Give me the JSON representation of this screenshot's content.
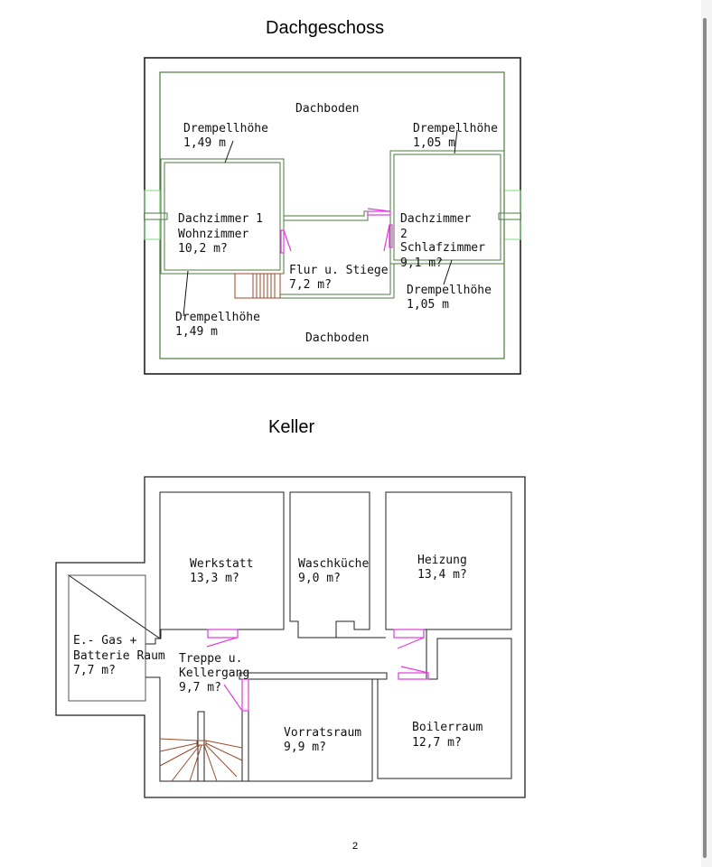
{
  "plans": {
    "attic": {
      "title": "Dachgeschoss",
      "labels": {
        "attic_top": "Dachboden",
        "attic_bottom": "Dachboden",
        "kneewall_tl_1": "Drempellhöhe",
        "kneewall_tl_2": "1,49 m",
        "kneewall_tr_1": "Drempellhöhe",
        "kneewall_tr_2": "1,05 m",
        "kneewall_bl_1": "Drempellhöhe",
        "kneewall_bl_2": "1,49 m",
        "kneewall_br_1": "Drempellhöhe",
        "kneewall_br_2": "1,05 m",
        "room1_1": "Dachzimmer 1",
        "room1_2": "Wohnzimmer",
        "room1_3": "10,2 m?",
        "room2_1": "Dachzimmer",
        "room2_2": "2",
        "room2_3": "Schlafzimmer",
        "room2_4": "9,1 m?",
        "hall_1": "Flur u. Stiege",
        "hall_2": "7,2 m?"
      }
    },
    "basement": {
      "title": "Keller",
      "labels": {
        "werkstatt_1": "Werkstatt",
        "werkstatt_2": "13,3 m?",
        "wasch_1": "Waschküche",
        "wasch_2": "9,0 m?",
        "heizung_1": "Heizung",
        "heizung_2": "13,4 m?",
        "gas_1": "E.- Gas +",
        "gas_2": "Batterie Raum",
        "gas_3": "7,7 m?",
        "gang_1": "Treppe u.",
        "gang_2": "Kellergang",
        "gang_3": "9,7 m?",
        "vorrat_1": "Vorratsraum",
        "vorrat_2": "9,9 m?",
        "boiler_1": "Boilerraum",
        "boiler_2": "12,7 m?"
      }
    }
  },
  "page_number": "2",
  "colors": {
    "wall_green": "#4c7a3c",
    "door_magenta": "#e23be0",
    "stair_brown": "#9a4a2a"
  }
}
